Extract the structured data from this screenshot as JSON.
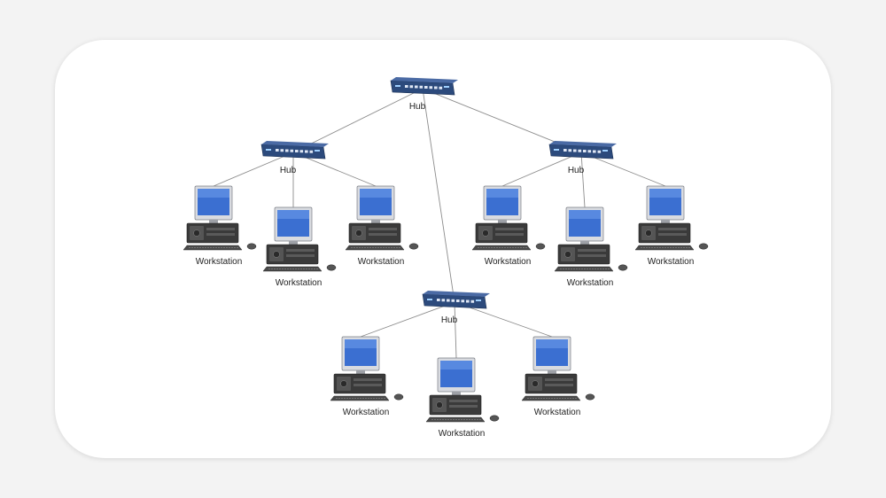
{
  "colors": {
    "page_background": "#f3f3f3",
    "card_background": "#ffffff",
    "connector": "#8c8c8c",
    "hub_body": "#2c4a7c",
    "screen": "#3b6fd1",
    "tower": "#3a3a3a"
  },
  "hubs": [
    {
      "id": "hub-top",
      "label": "Hub"
    },
    {
      "id": "hub-left",
      "label": "Hub"
    },
    {
      "id": "hub-right",
      "label": "Hub"
    },
    {
      "id": "hub-bottom",
      "label": "Hub"
    }
  ],
  "workstations": [
    {
      "id": "ws-left-1",
      "hub": "hub-left",
      "label": "Workstation"
    },
    {
      "id": "ws-left-2",
      "hub": "hub-left",
      "label": "Workstation"
    },
    {
      "id": "ws-left-3",
      "hub": "hub-left",
      "label": "Workstation"
    },
    {
      "id": "ws-right-1",
      "hub": "hub-right",
      "label": "Workstation"
    },
    {
      "id": "ws-right-2",
      "hub": "hub-right",
      "label": "Workstation"
    },
    {
      "id": "ws-right-3",
      "hub": "hub-right",
      "label": "Workstation"
    },
    {
      "id": "ws-bottom-1",
      "hub": "hub-bottom",
      "label": "Workstation"
    },
    {
      "id": "ws-bottom-2",
      "hub": "hub-bottom",
      "label": "Workstation"
    },
    {
      "id": "ws-bottom-3",
      "hub": "hub-bottom",
      "label": "Workstation"
    }
  ],
  "links": [
    [
      "hub-top",
      "hub-left"
    ],
    [
      "hub-top",
      "hub-right"
    ],
    [
      "hub-top",
      "hub-bottom"
    ],
    [
      "hub-left",
      "ws-left-1"
    ],
    [
      "hub-left",
      "ws-left-2"
    ],
    [
      "hub-left",
      "ws-left-3"
    ],
    [
      "hub-right",
      "ws-right-1"
    ],
    [
      "hub-right",
      "ws-right-2"
    ],
    [
      "hub-right",
      "ws-right-3"
    ],
    [
      "hub-bottom",
      "ws-bottom-1"
    ],
    [
      "hub-bottom",
      "ws-bottom-2"
    ],
    [
      "hub-bottom",
      "ws-bottom-3"
    ]
  ]
}
